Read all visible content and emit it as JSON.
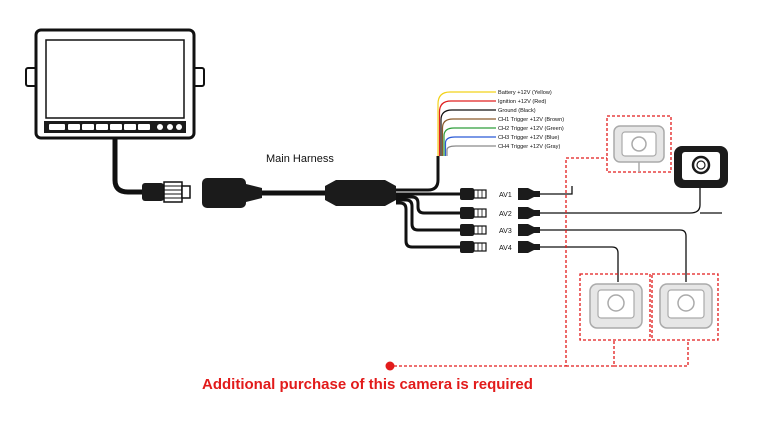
{
  "diagram": {
    "harness_label": "Main Harness",
    "wire_labels": [
      {
        "text": "Battery +12V (Yellow)",
        "color": "#f2d21b"
      },
      {
        "text": "Ignition +12V (Red)",
        "color": "#e02020"
      },
      {
        "text": "Ground (Black)",
        "color": "#111111"
      },
      {
        "text": "CH1 Trigger +12V (Brown)",
        "color": "#8a5a2b"
      },
      {
        "text": "CH2 Trigger +12V (Green)",
        "color": "#2e9e3a"
      },
      {
        "text": "CH3 Trigger +12V (Blue)",
        "color": "#2a5bd7"
      },
      {
        "text": "CH4 Trigger +12V (Gray)",
        "color": "#8a8a8a"
      }
    ],
    "av_labels": [
      "AV1",
      "AV2",
      "AV3",
      "AV4"
    ],
    "note": "Additional purchase of this camera is required",
    "colors": {
      "note_red": "#e21b1b",
      "line": "#111111",
      "body": "#1b1b1b",
      "dashed": "#e21b1b"
    }
  }
}
